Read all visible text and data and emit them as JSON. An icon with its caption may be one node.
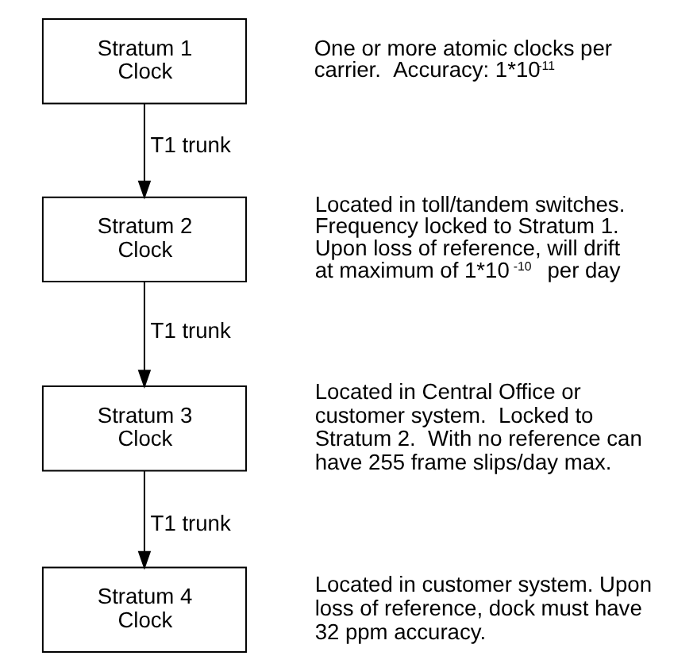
{
  "diagram": {
    "nodes": [
      {
        "text": [
          "Stratum 1 Clock"
        ],
        "beside": [
          "One or more atomic clocks per carrier.  Accuracy: 1*10$^{-11}$"
        ]
      },
      {
        "text": [
          "Stratum 2 Clock"
        ],
        "beside": [
          "Located in toll/tandem switches. Frequency locked to Stratum 1. Upon loss of reference, will drift at maximum of 1*10$^{-10}$ per day"
        ]
      },
      {
        "text": [
          "Stratum 3 Clock"
        ],
        "beside": [
          "Located in Central Office or customer system.  Locked to Stratum 2.  With no reference can have 255 frame slips/day max."
        ]
      },
      {
        "text": [
          "Stratum 4 Clock"
        ],
        "beside": [
          "Located in customer system. Upon loss of reference, dock must have 32 ppm accuracy."
        ]
      }
    ],
    "edges": [
      {
        "from": 0,
        "to": 1,
        "arrow": "to",
        "label": "T1 trunk"
      },
      {
        "from": 1,
        "to": 2,
        "arrow": "to",
        "label": "T1 trunk"
      },
      {
        "from": 2,
        "to": 3,
        "arrow": "to",
        "label": "T1 trunk"
      }
    ]
  }
}
